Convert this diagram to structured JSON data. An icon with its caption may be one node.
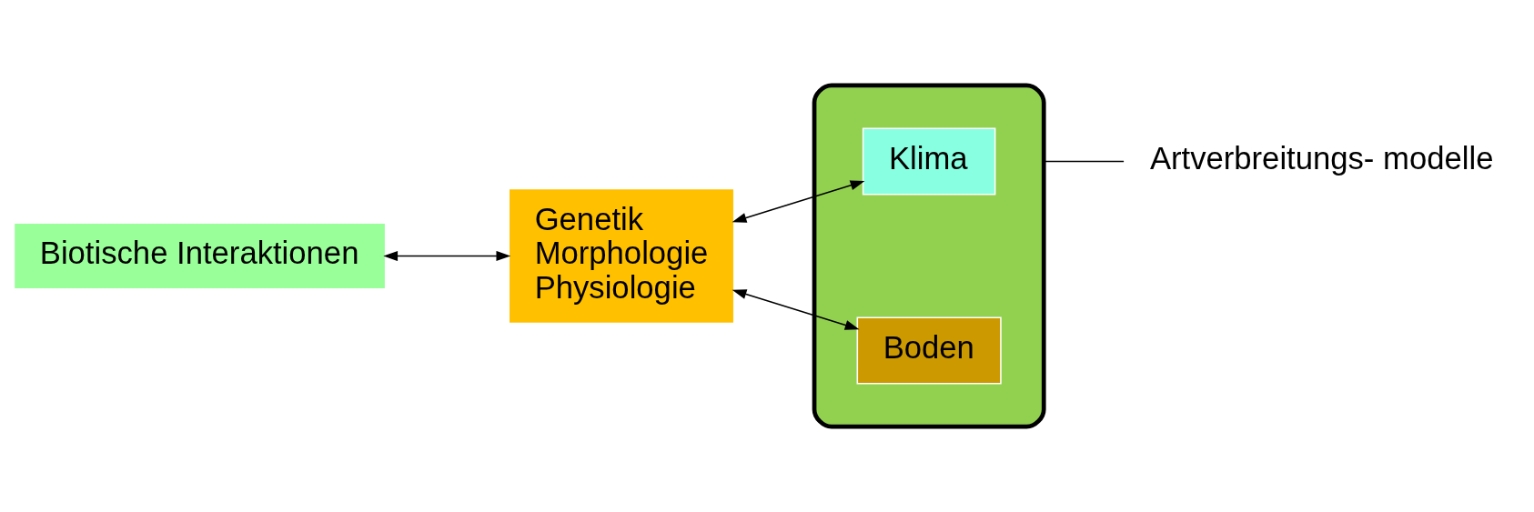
{
  "diagram": {
    "nodes": [
      {
        "text": [
          "Biotische Interaktionen"
        ]
      },
      {
        "text": [
          "Genetik",
          "Morphologie",
          "Physiologie"
        ]
      },
      {
        "text": [],
        "shape": "box"
      },
      {
        "text": [
          "Klima"
        ],
        "in": 2
      },
      {
        "text": [
          "Boden"
        ],
        "in": 2
      },
      {
        "text": [
          "Artverbreitungs- modelle"
        ]
      }
    ],
    "edges": [
      {
        "from": 0,
        "to": 1,
        "arrow": "both"
      },
      {
        "from": 1,
        "to": 3,
        "arrow": "both"
      },
      {
        "from": 1,
        "to": 4,
        "arrow": "both"
      },
      {
        "from": 2,
        "to": 5,
        "arrow": "none"
      }
    ]
  }
}
